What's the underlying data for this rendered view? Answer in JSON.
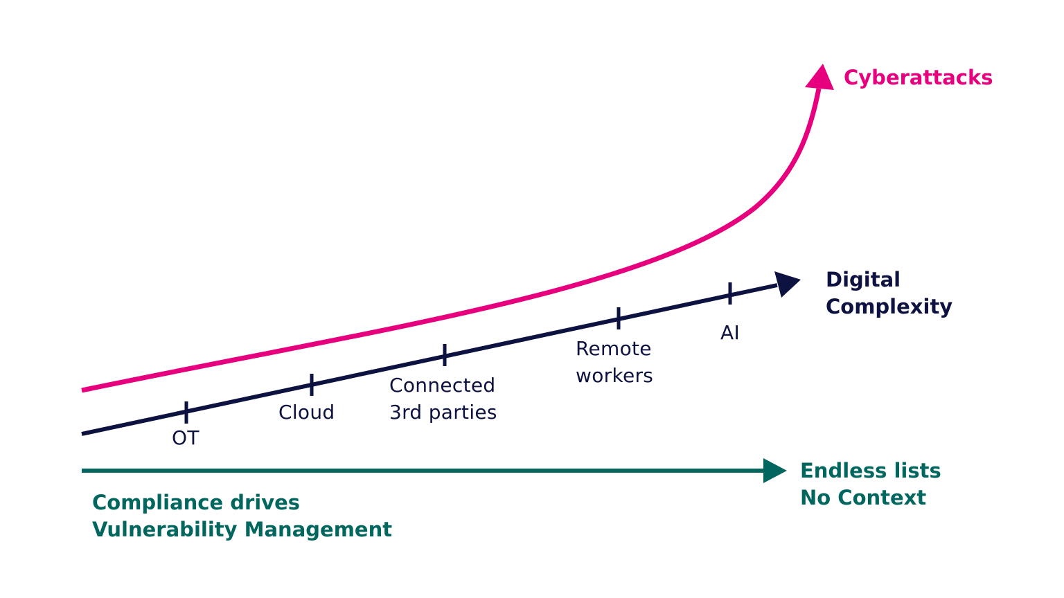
{
  "colors": {
    "cyberattacks": "#e6007e",
    "digital_complexity": "#0d1240",
    "endless_lists": "#00665e",
    "background": "#ffffff"
  },
  "cyberattacks": {
    "label": "Cyberattacks"
  },
  "digital_complexity": {
    "line1": "Digital",
    "line2": "Complexity",
    "milestones": [
      {
        "line1": "OT",
        "line2": ""
      },
      {
        "line1": "Cloud",
        "line2": ""
      },
      {
        "line1": "Connected",
        "line2": "3rd parties"
      },
      {
        "line1": "Remote",
        "line2": "workers"
      },
      {
        "line1": "AI",
        "line2": ""
      }
    ]
  },
  "endless_lists": {
    "line1": "Endless lists",
    "line2": "No Context"
  },
  "compliance": {
    "line1": "Compliance drives",
    "line2": "Vulnerability Management"
  }
}
